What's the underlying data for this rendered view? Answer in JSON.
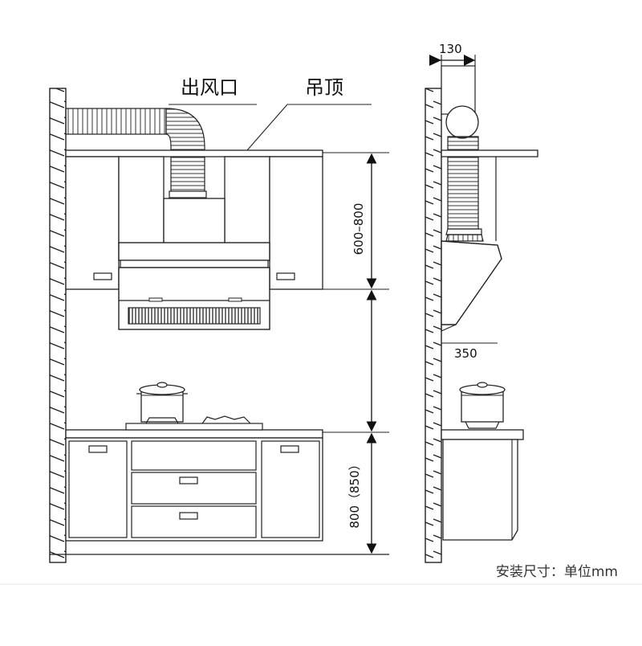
{
  "labels": {
    "exhaust_outlet": "出风口",
    "ceiling": "吊顶"
  },
  "dimensions": {
    "hood_height": "600–800",
    "counter_height": "800（850）",
    "duct_diameter": "130",
    "hood_depth": "350"
  },
  "footer": {
    "note": "安装尺寸：单位mm"
  }
}
